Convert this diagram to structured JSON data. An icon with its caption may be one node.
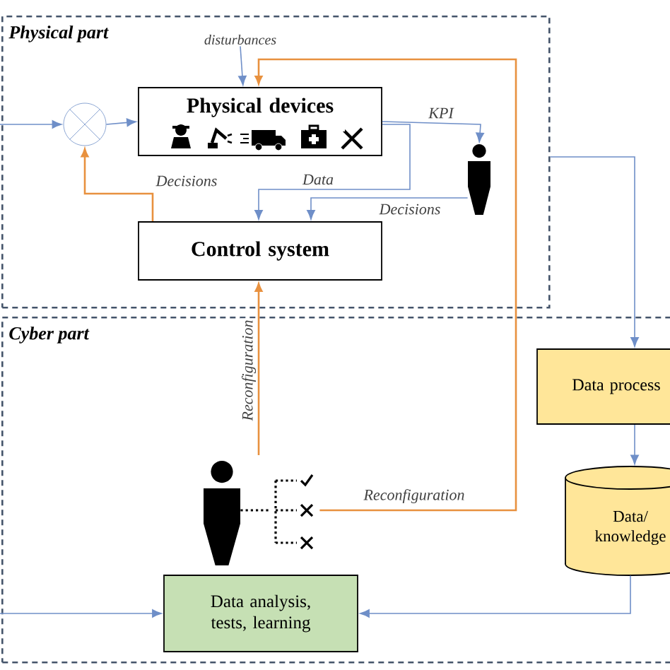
{
  "diagram": {
    "nodes": [
      {
        "text": [
          "Physical part"
        ]
      },
      {
        "text": [
          "Cyber part"
        ]
      },
      {
        "text": [],
        "shape": "circle",
        "in": 0
      },
      {
        "text": [
          "Physical devices"
        ],
        "in": 0
      },
      {
        "text": [
          "Control system"
        ],
        "in": 0
      },
      {
        "text": [],
        "shape": "person",
        "in": 0
      },
      {
        "text": [],
        "shape": "person",
        "in": 1
      },
      {
        "text": [],
        "shape": "checklist",
        "in": 1
      },
      {
        "text": [
          "Data process"
        ],
        "in": 1
      },
      {
        "text": [
          "Data/ knowledge"
        ],
        "in": 1
      },
      {
        "text": [
          "Data analysis, tests, learning"
        ],
        "in": 1
      },
      {
        "text": [
          "disturbances"
        ],
        "in": 0
      }
    ],
    "edges": [
      {
        "from": null,
        "to": 2,
        "arrow": "to"
      },
      {
        "from": 2,
        "to": 3,
        "arrow": "to"
      },
      {
        "from": 4,
        "to": 2,
        "arrow": "to",
        "label": "Decisions",
        "color": "#e8913f"
      },
      {
        "from": 11,
        "to": 3,
        "arrow": "to"
      },
      {
        "from": 3,
        "to": 5,
        "arrow": "to",
        "label": "KPI"
      },
      {
        "from": 3,
        "to": 4,
        "arrow": "to",
        "label": "Data"
      },
      {
        "from": 5,
        "to": 4,
        "arrow": "to",
        "label": "Decisions"
      },
      {
        "from": 7,
        "to": 3,
        "arrow": "to",
        "label": "Reconfiguration",
        "color": "#e8913f"
      },
      {
        "from": null,
        "to": 4,
        "arrow": "to",
        "label": "Reconfiguration",
        "color": "#e8913f"
      },
      {
        "from": 0,
        "to": 8,
        "arrow": "to"
      },
      {
        "from": 8,
        "to": 9,
        "arrow": "to"
      },
      {
        "from": 9,
        "to": 10,
        "arrow": "to"
      },
      {
        "from": null,
        "to": 10,
        "arrow": "to"
      },
      {
        "from": 6,
        "to": 7,
        "arrow": "none",
        "style": "dashed",
        "color": "#000000"
      }
    ]
  }
}
